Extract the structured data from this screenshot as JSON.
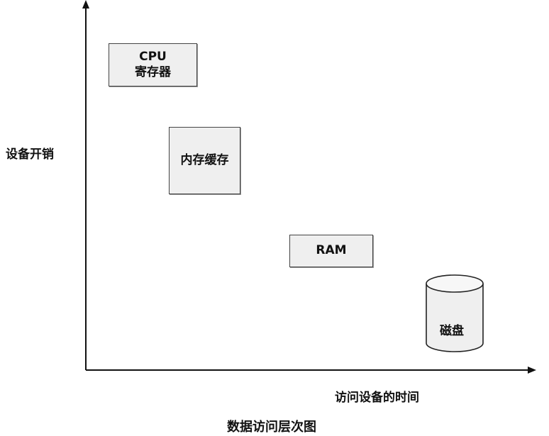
{
  "y_axis_label": "设备开销",
  "x_axis_label": "访问设备的时间",
  "caption": "数据访问层次图",
  "nodes": {
    "cpu_register": {
      "line1": "CPU",
      "line2": "寄存器"
    },
    "memory_cache": {
      "label": "内存缓存"
    },
    "ram": {
      "label": "RAM"
    },
    "disk": {
      "label": "磁盘"
    }
  }
}
